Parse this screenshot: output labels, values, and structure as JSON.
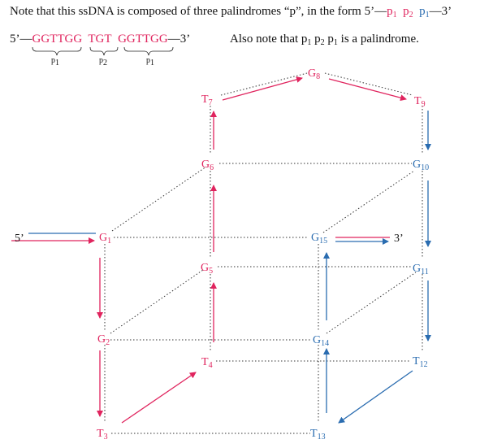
{
  "header": {
    "line1_prefix": "Note that this ssDNA is composed of three palindromes “p”, in the form 5’—",
    "form_terms": [
      {
        "text": "p",
        "sub": "1",
        "color": "pink"
      },
      {
        "text": "p",
        "sub": "2",
        "color": "pink"
      },
      {
        "text": "p",
        "sub": "1",
        "color": "blue"
      }
    ],
    "line1_suffix": "—3’",
    "seq_prefix": "5’—",
    "seq_parts": [
      "GGTTGG",
      "TGT",
      "GGTTGG"
    ],
    "seq_suffix": "—3’",
    "bracket_labels": [
      {
        "p": "p",
        "sub": "1"
      },
      {
        "p": "p",
        "sub": "2"
      },
      {
        "p": "p",
        "sub": "1"
      }
    ],
    "note2_prefix": "Also note that p",
    "note2_parts": [
      {
        "p": "p",
        "sub": "1"
      },
      {
        "p": "p",
        "sub": "2"
      },
      {
        "p": "p",
        "sub": "1"
      }
    ],
    "note2_suffix": "is a palindrome."
  },
  "colors": {
    "pink": "#e0245e",
    "blue": "#2a6cb0",
    "dotted": "#333333"
  },
  "nodes": [
    {
      "id": "G1",
      "base": "G",
      "n": "1",
      "color": "pink"
    },
    {
      "id": "G2",
      "base": "G",
      "n": "2",
      "color": "pink"
    },
    {
      "id": "T3",
      "base": "T",
      "n": "3",
      "color": "pink"
    },
    {
      "id": "T4",
      "base": "T",
      "n": "4",
      "color": "pink"
    },
    {
      "id": "G5",
      "base": "G",
      "n": "5",
      "color": "pink"
    },
    {
      "id": "G6",
      "base": "G",
      "n": "6",
      "color": "pink"
    },
    {
      "id": "T7",
      "base": "T",
      "n": "7",
      "color": "pink"
    },
    {
      "id": "G8",
      "base": "G",
      "n": "8",
      "color": "pink"
    },
    {
      "id": "T9",
      "base": "T",
      "n": "9",
      "color": "pink"
    },
    {
      "id": "G10",
      "base": "G",
      "n": "10",
      "color": "blue"
    },
    {
      "id": "G11",
      "base": "G",
      "n": "11",
      "color": "blue"
    },
    {
      "id": "T12",
      "base": "T",
      "n": "12",
      "color": "blue"
    },
    {
      "id": "T13",
      "base": "T",
      "n": "13",
      "color": "blue"
    },
    {
      "id": "G14",
      "base": "G",
      "n": "14",
      "color": "blue"
    },
    {
      "id": "G15",
      "base": "G",
      "n": "15",
      "color": "blue"
    }
  ],
  "end_labels": {
    "five_prime": "5’",
    "three_prime": "3’"
  }
}
